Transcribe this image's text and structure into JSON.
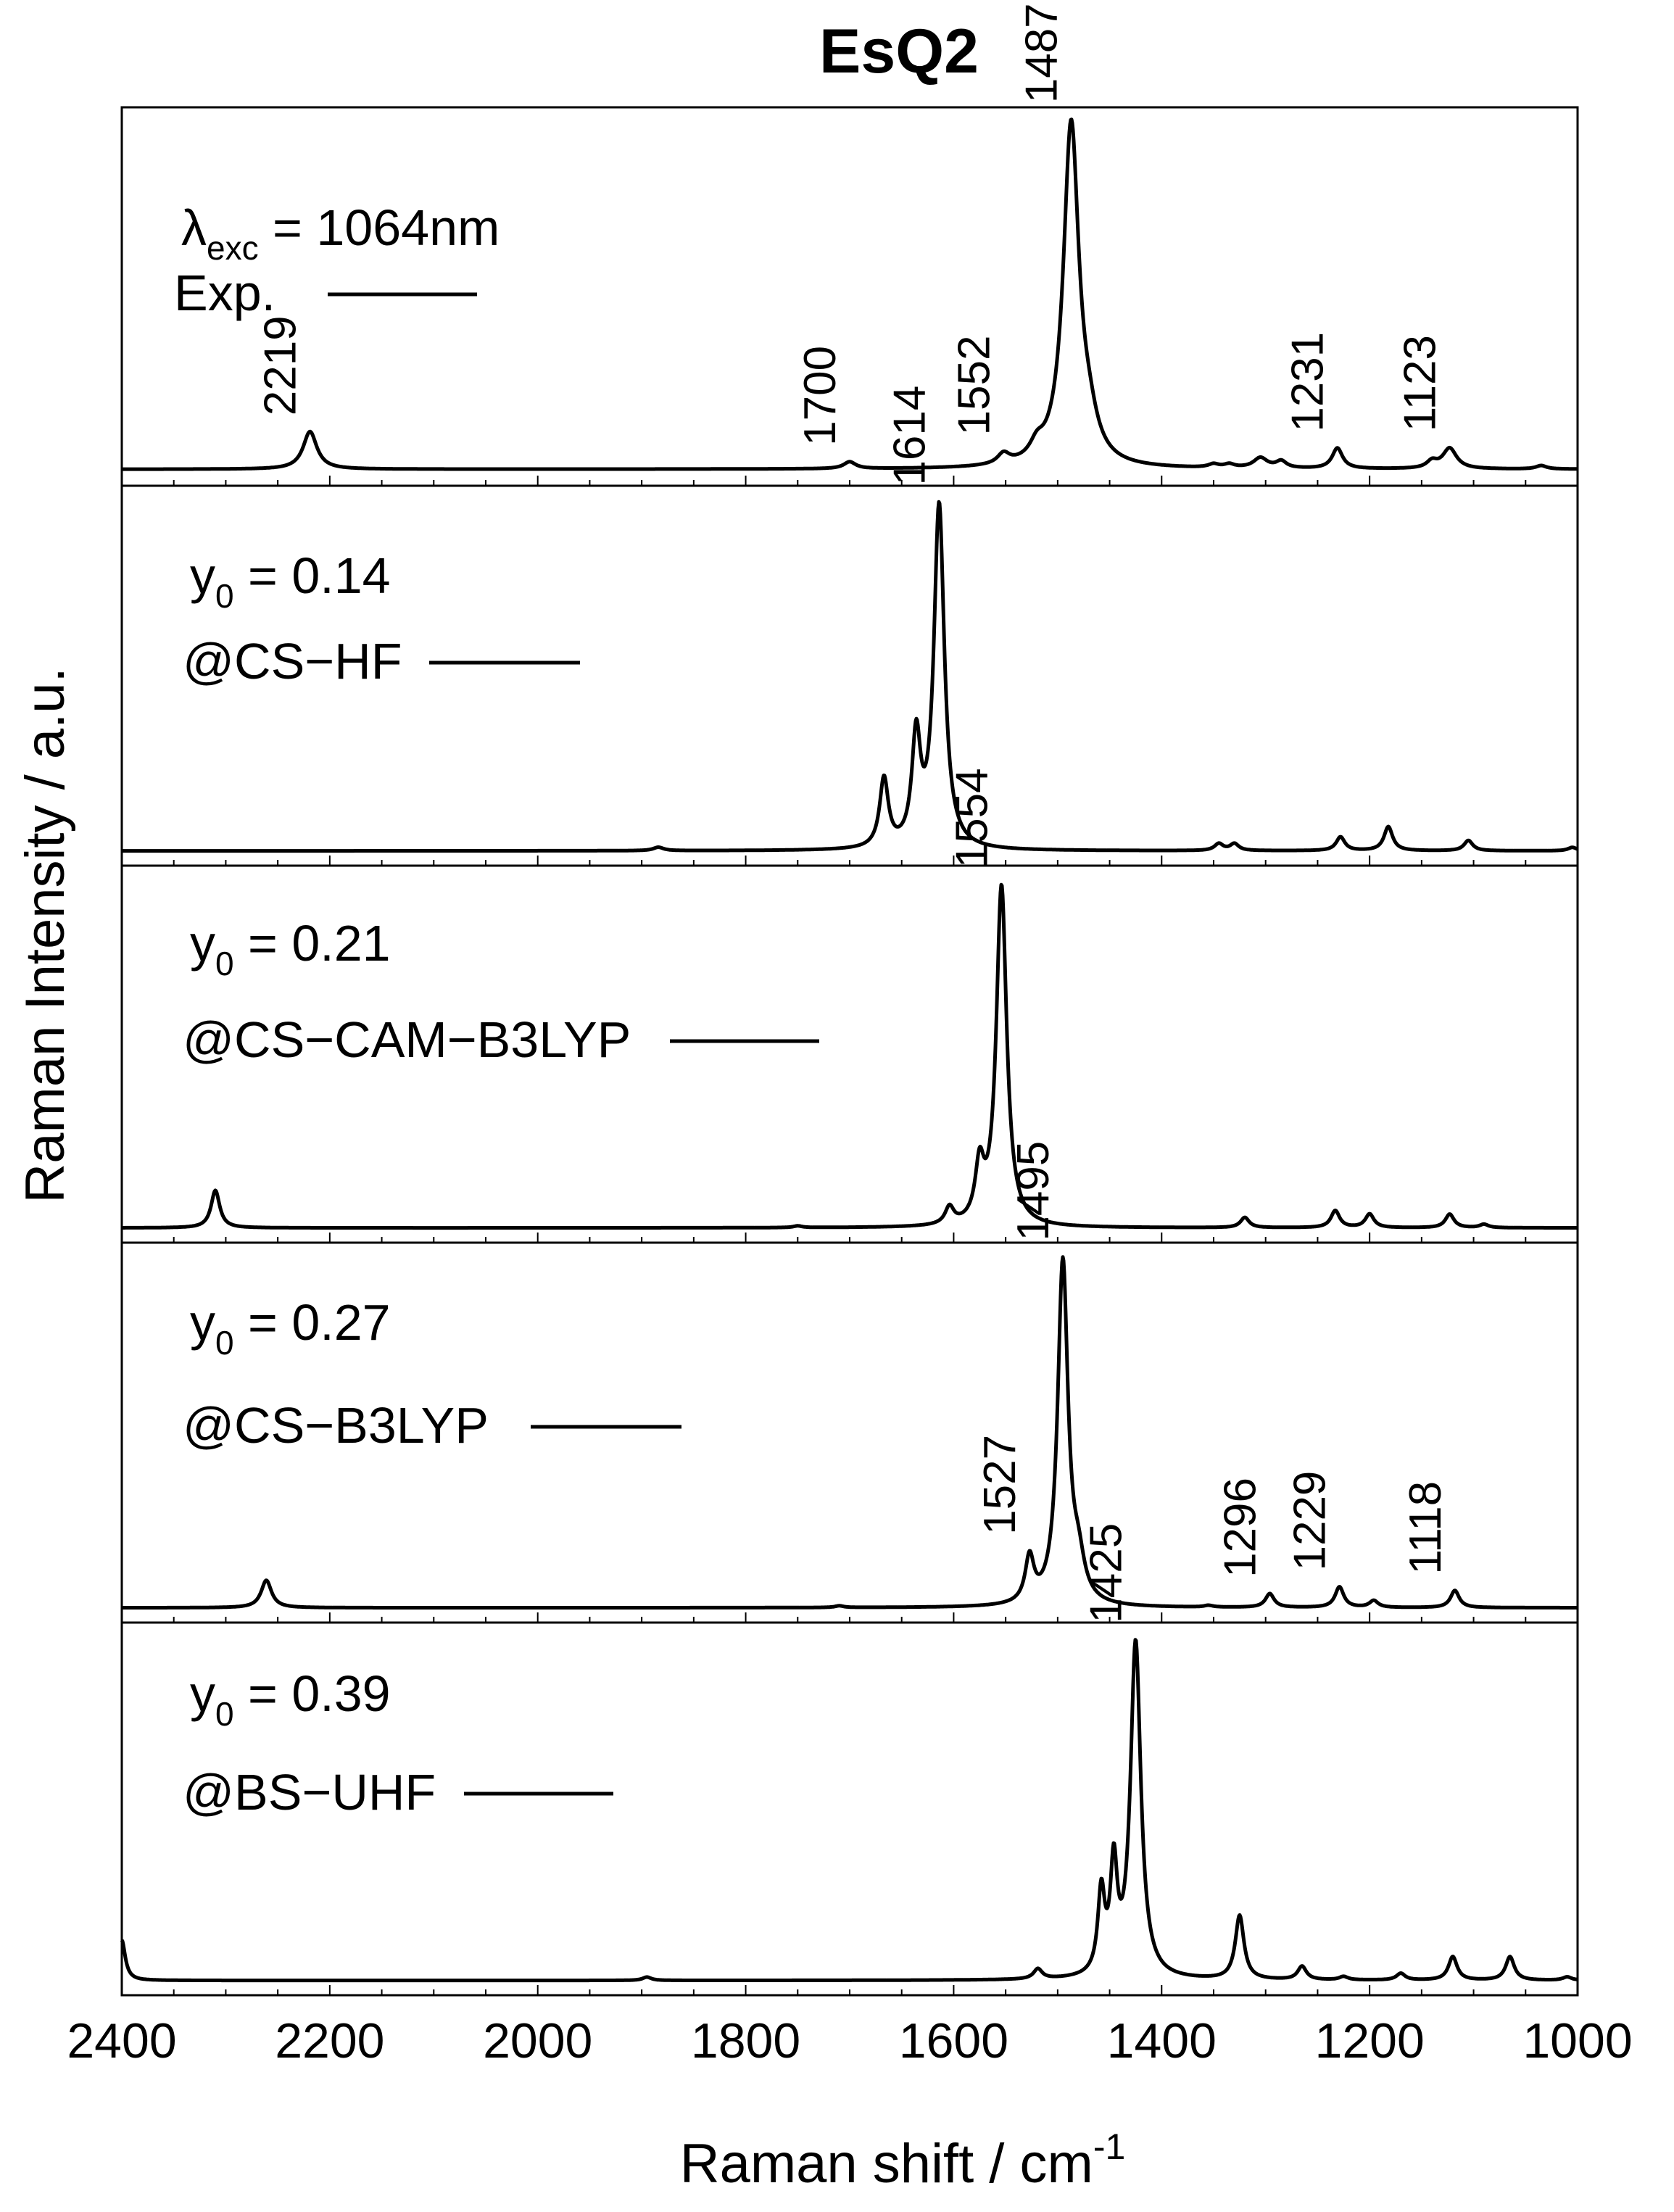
{
  "chart_data": {
    "type": "line",
    "title": "EsQ2",
    "xlabel": "Raman shift / cm",
    "xlabel_superscript": "-1",
    "ylabel": "Raman Intensity / a.u.",
    "xlim": [
      2400,
      1000
    ],
    "x_ticks": [
      2400,
      2200,
      2000,
      1800,
      1600,
      1400,
      1200,
      1000
    ],
    "x_tick_labels": [
      "2400",
      "2200",
      "2000",
      "1800",
      "1600",
      "1400",
      "1200",
      "1000"
    ],
    "grid": false,
    "panels": [
      {
        "legend_prefix": "λ",
        "legend_sub": "exc",
        "legend_rest": " = 1064nm",
        "legend_line2": "Exp.",
        "baseline": 0.01,
        "peaks": [
          {
            "x": 2219,
            "h": 0.11,
            "w": 8
          },
          {
            "x": 1700,
            "h": 0.02,
            "w": 7
          },
          {
            "x": 1552,
            "h": 0.03,
            "w": 7
          },
          {
            "x": 1520,
            "h": 0.04,
            "w": 8
          },
          {
            "x": 1487,
            "h": 1.0,
            "w": 9
          },
          {
            "x": 1470,
            "h": 0.08,
            "w": 10
          },
          {
            "x": 1350,
            "h": 0.01,
            "w": 6
          },
          {
            "x": 1335,
            "h": 0.01,
            "w": 6
          },
          {
            "x": 1305,
            "h": 0.03,
            "w": 8
          },
          {
            "x": 1285,
            "h": 0.02,
            "w": 6
          },
          {
            "x": 1231,
            "h": 0.06,
            "w": 6
          },
          {
            "x": 1140,
            "h": 0.02,
            "w": 6
          },
          {
            "x": 1123,
            "h": 0.06,
            "w": 8
          },
          {
            "x": 1035,
            "h": 0.01,
            "w": 6
          }
        ],
        "peak_labels": [
          {
            "x": 2219,
            "text": "2219"
          },
          {
            "x": 1700,
            "text": "1700"
          },
          {
            "x": 1552,
            "text": "1552"
          },
          {
            "x": 1487,
            "text": "1487"
          },
          {
            "x": 1231,
            "text": "1231"
          },
          {
            "x": 1123,
            "text": "1123"
          }
        ]
      },
      {
        "legend_prefix": "y",
        "legend_sub": "0",
        "legend_rest": " = 0.14",
        "legend_line2": "@CS−HF",
        "baseline": 0.005,
        "peaks": [
          {
            "x": 1884,
            "h": 0.01,
            "w": 6
          },
          {
            "x": 1667,
            "h": 0.2,
            "w": 5
          },
          {
            "x": 1636,
            "h": 0.31,
            "w": 5
          },
          {
            "x": 1614,
            "h": 1.0,
            "w": 6
          },
          {
            "x": 1345,
            "h": 0.02,
            "w": 5
          },
          {
            "x": 1330,
            "h": 0.02,
            "w": 5
          },
          {
            "x": 1228,
            "h": 0.04,
            "w": 5
          },
          {
            "x": 1182,
            "h": 0.07,
            "w": 5
          },
          {
            "x": 1105,
            "h": 0.03,
            "w": 5
          },
          {
            "x": 1005,
            "h": 0.01,
            "w": 5
          }
        ],
        "peak_labels": [
          {
            "x": 1614,
            "text": "1614"
          }
        ]
      },
      {
        "legend_prefix": "y",
        "legend_sub": "0",
        "legend_rest": " = 0.21",
        "legend_line2": "@CS−CAM−B3LYP",
        "baseline": 0.005,
        "peaks": [
          {
            "x": 2310,
            "h": 0.11,
            "w": 5
          },
          {
            "x": 1750,
            "h": 0.005,
            "w": 5
          },
          {
            "x": 1604,
            "h": 0.05,
            "w": 5
          },
          {
            "x": 1575,
            "h": 0.16,
            "w": 5
          },
          {
            "x": 1554,
            "h": 1.0,
            "w": 6
          },
          {
            "x": 1320,
            "h": 0.03,
            "w": 5
          },
          {
            "x": 1233,
            "h": 0.05,
            "w": 5
          },
          {
            "x": 1200,
            "h": 0.04,
            "w": 5
          },
          {
            "x": 1123,
            "h": 0.04,
            "w": 5
          },
          {
            "x": 1090,
            "h": 0.01,
            "w": 5
          }
        ],
        "peak_labels": [
          {
            "x": 1554,
            "text": "1554"
          }
        ]
      },
      {
        "legend_prefix": "y",
        "legend_sub": "0",
        "legend_rest": " = 0.27",
        "legend_line2": "@CS−B3LYP",
        "baseline": 0.005,
        "peaks": [
          {
            "x": 2261,
            "h": 0.08,
            "w": 6
          },
          {
            "x": 1710,
            "h": 0.005,
            "w": 5
          },
          {
            "x": 1527,
            "h": 0.13,
            "w": 5
          },
          {
            "x": 1495,
            "h": 1.0,
            "w": 6
          },
          {
            "x": 1480,
            "h": 0.1,
            "w": 7
          },
          {
            "x": 1355,
            "h": 0.005,
            "w": 5
          },
          {
            "x": 1296,
            "h": 0.04,
            "w": 5
          },
          {
            "x": 1229,
            "h": 0.06,
            "w": 5
          },
          {
            "x": 1196,
            "h": 0.02,
            "w": 5
          },
          {
            "x": 1118,
            "h": 0.05,
            "w": 5
          }
        ],
        "peak_labels": [
          {
            "x": 1527,
            "text": "1527"
          },
          {
            "x": 1495,
            "text": "1495"
          },
          {
            "x": 1296,
            "text": "1296"
          },
          {
            "x": 1229,
            "text": "1229"
          },
          {
            "x": 1118,
            "text": "1118"
          }
        ]
      },
      {
        "legend_prefix": "y",
        "legend_sub": "0",
        "legend_rest": " = 0.39",
        "legend_line2": "@BS−UHF",
        "baseline": 0.005,
        "peaks": [
          {
            "x": 2400,
            "h": 0.12,
            "w": 4
          },
          {
            "x": 1895,
            "h": 0.01,
            "w": 5
          },
          {
            "x": 1519,
            "h": 0.03,
            "w": 5
          },
          {
            "x": 1458,
            "h": 0.24,
            "w": 4
          },
          {
            "x": 1446,
            "h": 0.31,
            "w": 4
          },
          {
            "x": 1425,
            "h": 1.0,
            "w": 6
          },
          {
            "x": 1325,
            "h": 0.19,
            "w": 5
          },
          {
            "x": 1265,
            "h": 0.04,
            "w": 5
          },
          {
            "x": 1225,
            "h": 0.01,
            "w": 5
          },
          {
            "x": 1170,
            "h": 0.02,
            "w": 5
          },
          {
            "x": 1120,
            "h": 0.07,
            "w": 5
          },
          {
            "x": 1065,
            "h": 0.07,
            "w": 5
          },
          {
            "x": 1010,
            "h": 0.01,
            "w": 5
          }
        ],
        "peak_labels": [
          {
            "x": 1425,
            "text": "1425"
          }
        ]
      }
    ]
  }
}
